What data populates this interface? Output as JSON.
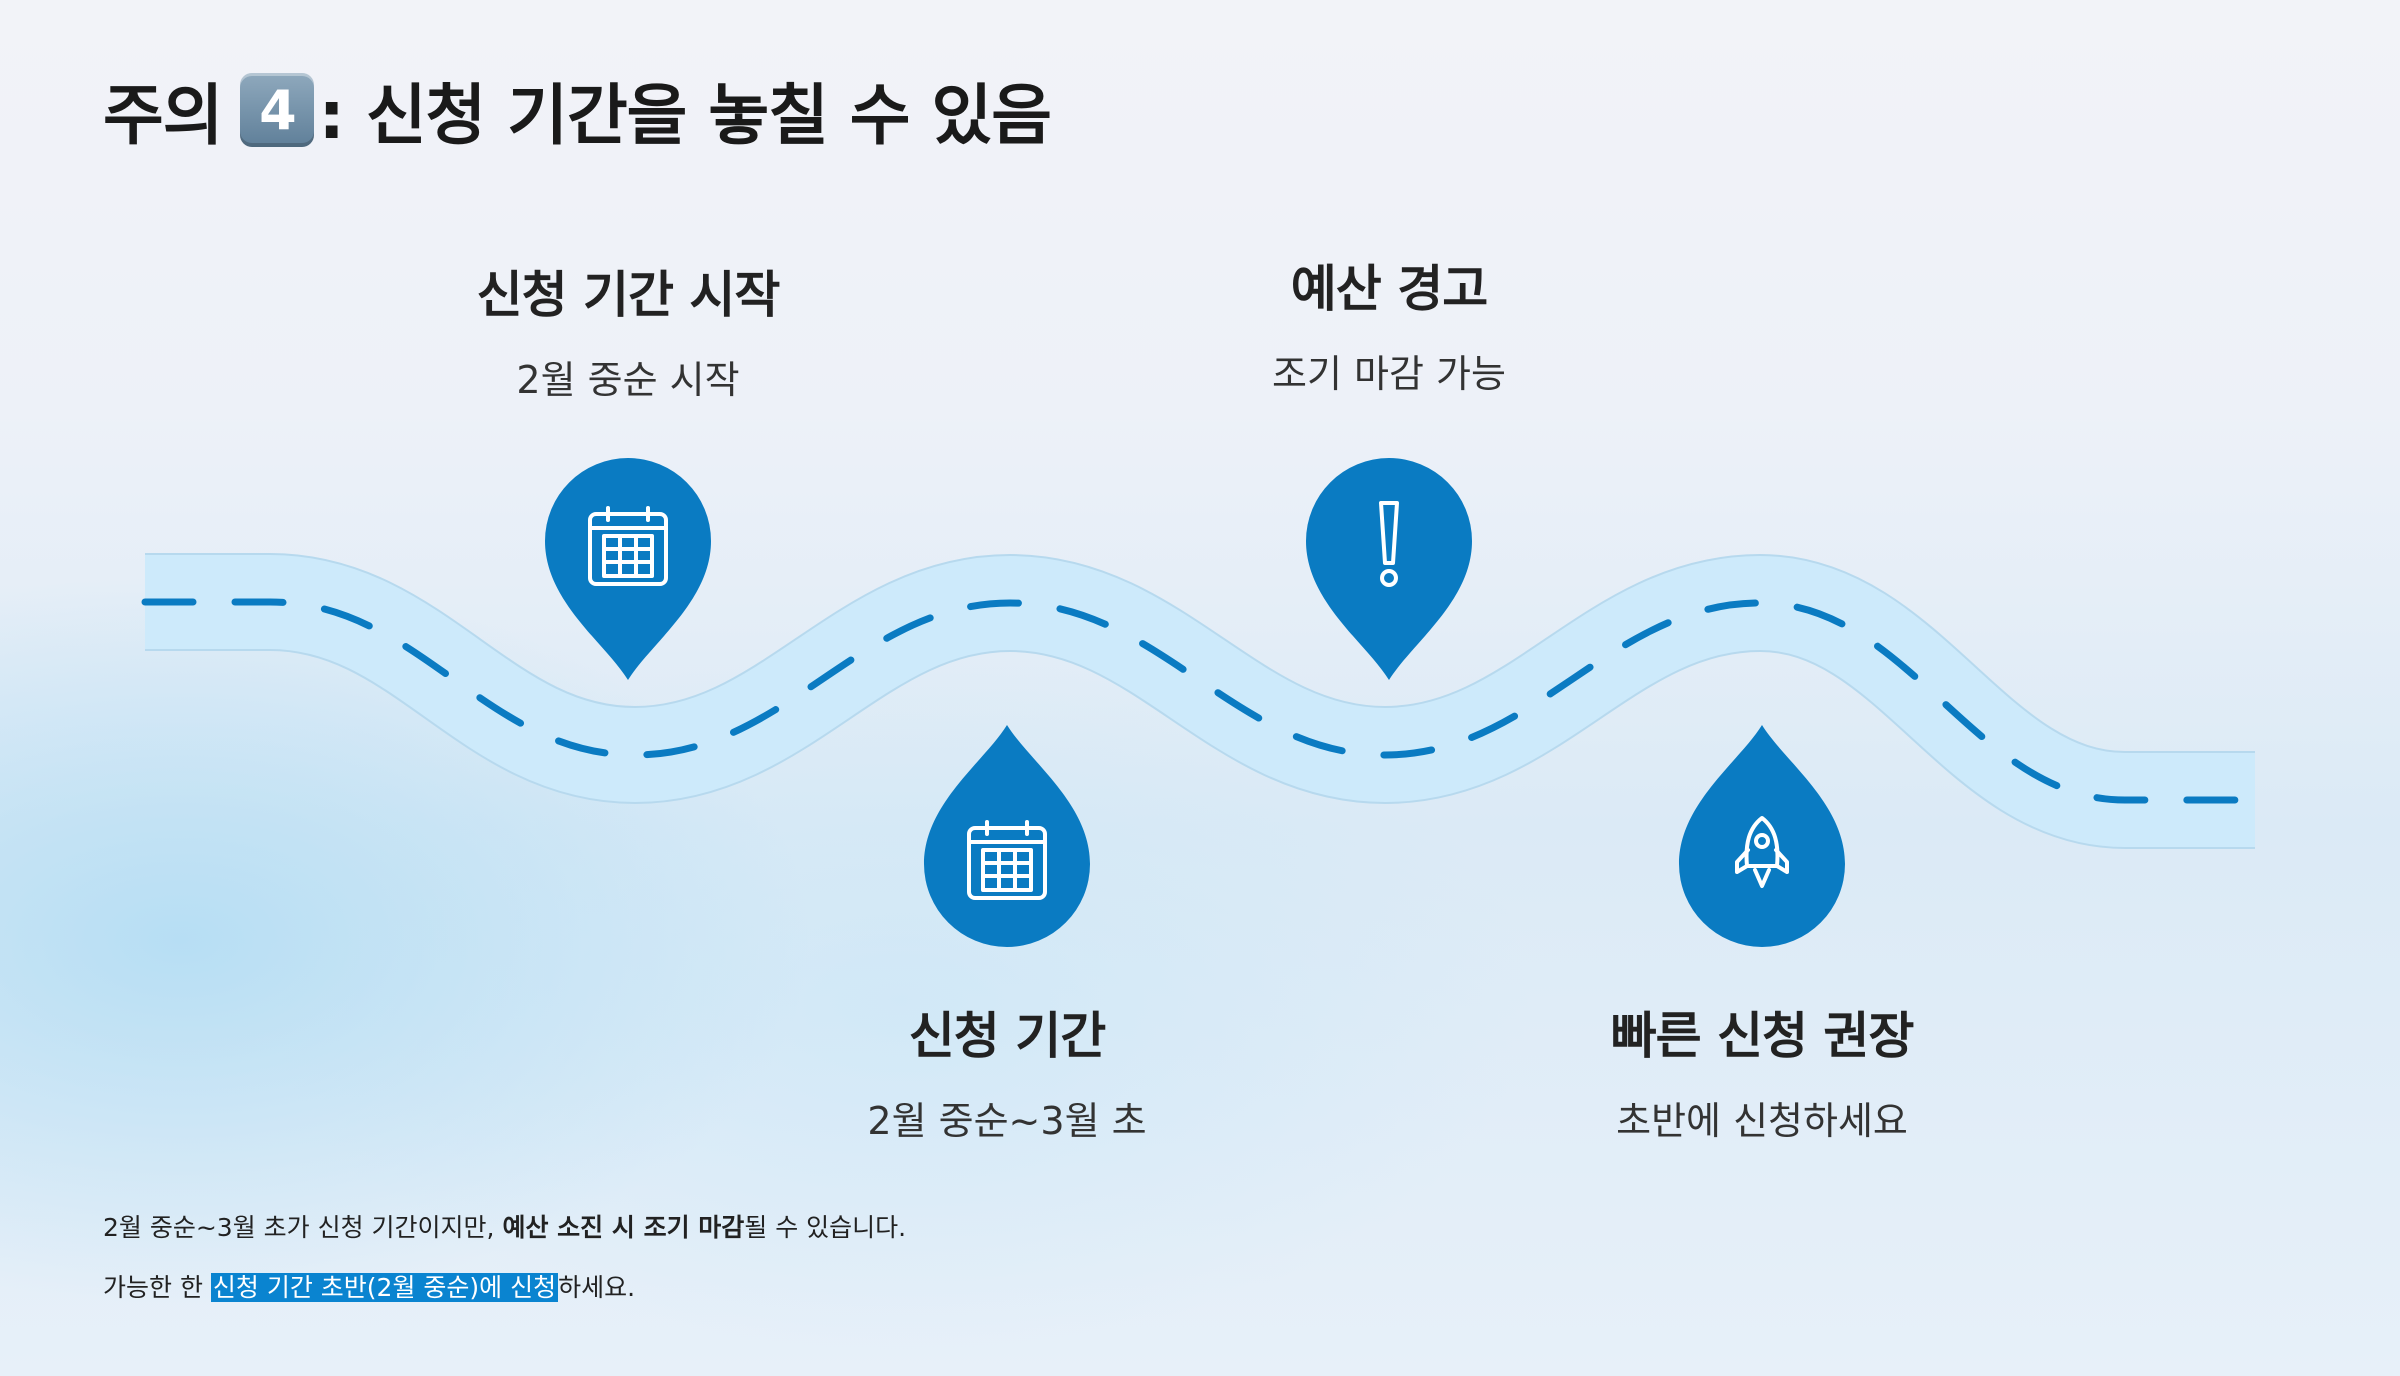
{
  "title": {
    "text_before": "주의 ",
    "badge": "4",
    "text_after": ": 신청 기간을 놓칠 수 있음"
  },
  "colors": {
    "accent": "#0a7bc2",
    "road_fill": "#cdeafb",
    "road_dash": "#0a7bc2",
    "highlight": "#0a84d0"
  },
  "milestones": [
    {
      "heading": "신청 기간 시작",
      "sub": "2월 중순 시작",
      "icon": "calendar-icon"
    },
    {
      "heading": "신청 기간",
      "sub": "2월 중순~3월 초",
      "icon": "calendar-icon"
    },
    {
      "heading": "예산 경고",
      "sub": "조기 마감 가능",
      "icon": "exclamation-icon"
    },
    {
      "heading": "빠른 신청 권장",
      "sub": "초반에 신청하세요",
      "icon": "rocket-icon"
    }
  ],
  "footer": {
    "line1_plain": "2월 중순~3월 초가 신청 기간이지만, ",
    "line1_bold": "예산 소진 시 조기 마감",
    "line1_end": "될 수 있습니다.",
    "line2_plain": "가능한 한 ",
    "line2_highlight": "신청 기간 초반(2월 중순)에 신청",
    "line2_end": "하세요."
  }
}
